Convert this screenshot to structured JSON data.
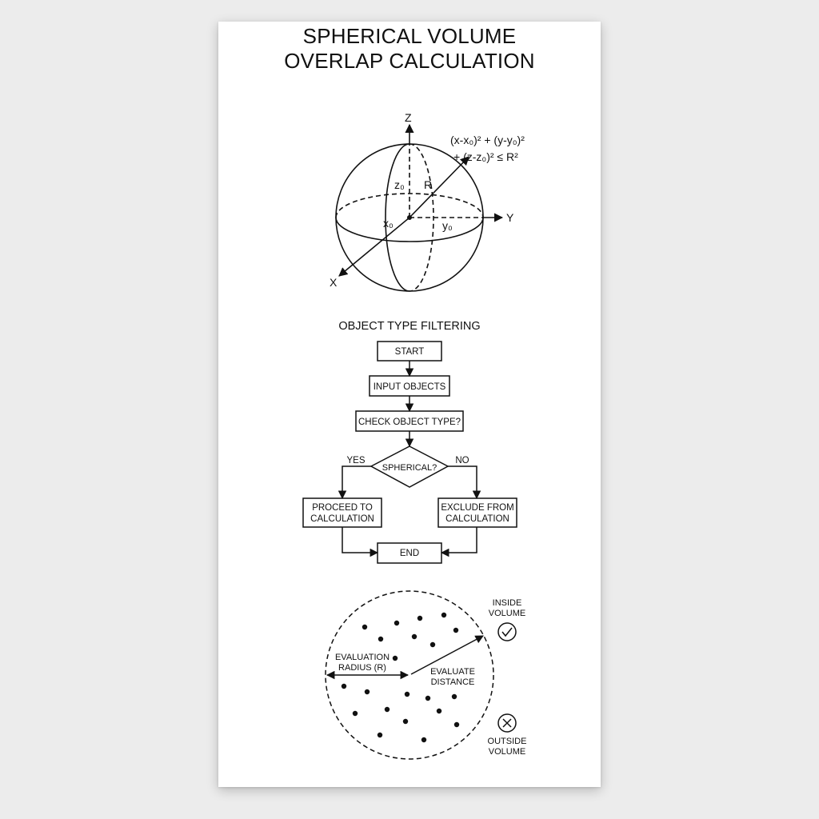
{
  "title": {
    "line1": "SPHERICAL VOLUME",
    "line2": "OVERLAP CALCULATION"
  },
  "sphere": {
    "axis_z": "Z",
    "axis_y": "Y",
    "axis_x": "X",
    "label_z0": "z₀",
    "label_x0": "x₀",
    "label_y0": "y₀",
    "label_r": "R",
    "equation_line1": "(x-x₀)² + (y-y₀)²",
    "equation_line2": "+ (z-z₀)² ≤ R²"
  },
  "flowchart": {
    "heading": "OBJECT TYPE FILTERING",
    "start": "START",
    "input": "INPUT OBJECTS",
    "check": "CHECK OBJECT TYPE?",
    "decision": "SPHERICAL?",
    "yes": "YES",
    "no": "NO",
    "proceed_line1": "PROCEED TO",
    "proceed_line2": "CALCULATION",
    "exclude_line1": "EXCLUDE FROM",
    "exclude_line2": "CALCULATION",
    "end": "END"
  },
  "evaluation": {
    "radius_line1": "EVALUATION",
    "radius_line2": "RADIUS (R)",
    "distance_line1": "EVALUATE",
    "distance_line2": "DISTANCE",
    "inside_line1": "INSIDE",
    "inside_line2": "VOLUME",
    "outside_line1": "OUTSIDE",
    "outside_line2": "VOLUME",
    "inside_icon": "check-circle-icon",
    "outside_icon": "x-circle-icon"
  }
}
